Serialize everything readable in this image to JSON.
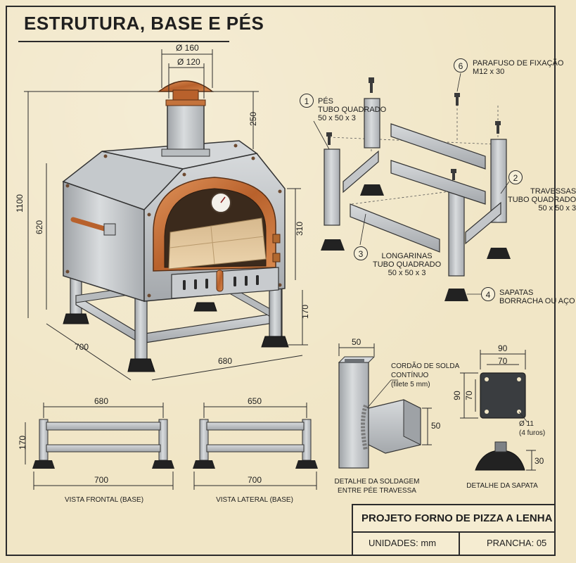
{
  "title": "ESTRUTURA, BASE E PÉS",
  "oven": {
    "dims": {
      "chimney_outer": "Ø 160",
      "chimney_inner": "Ø 120",
      "chimney_height": "250",
      "total_height": "1100",
      "body_height": "620",
      "door_height": "310",
      "stand_height": "170",
      "depth": "700",
      "width": "680"
    },
    "colors": {
      "steel": "#c9ccce",
      "copper": "#c4733c",
      "brick": "#e3c9a1",
      "rubber": "#222222"
    }
  },
  "exploded": {
    "parts": [
      {
        "number": "1",
        "lines": [
          "PÉS",
          "TUBO QUADRADO",
          "50 x 50 x 3"
        ]
      },
      {
        "number": "2",
        "lines": [
          "TRAVESSAS",
          "TUBO QUADRADO",
          "50 x 50 x 3"
        ]
      },
      {
        "number": "3",
        "lines": [
          "LONGARINAS",
          "TUBO QUADRADO",
          "50 x 50 x 3"
        ]
      },
      {
        "number": "4",
        "lines": [
          "SAPATAS",
          "BORRACHA OU AÇO"
        ]
      },
      {
        "number": "6",
        "lines": [
          "PARAFUSO DE FIXAÇÃO",
          "M12 x 30"
        ]
      }
    ]
  },
  "front_view": {
    "caption": "VISTA FRONTAL (BASE)",
    "top_dim": "680",
    "bottom_dim": "700",
    "height_dim": "170"
  },
  "side_view": {
    "caption": "VISTA LATERAL (BASE)",
    "top_dim": "650",
    "bottom_dim": "700"
  },
  "weld_detail": {
    "caption": [
      "DETALHE DA SOLDAGEM",
      "ENTRE PÉE TRAVESSA"
    ],
    "note": [
      "CORDÃO DE SOLDA",
      "CONTÍNUO",
      "(filete 5 mm)"
    ],
    "dim_top": "50",
    "dim_side": "50"
  },
  "foot_detail": {
    "caption": "DETALHE DA SAPATA",
    "dim_outer": "90",
    "dim_inner": "70",
    "dim_outer_v": "90",
    "dim_inner_v": "70",
    "hole_note": [
      "Ø 11",
      "(4 furos)"
    ],
    "dim_height": "30"
  },
  "title_block": {
    "project": "PROJETO FORNO DE PIZZA A LENHA",
    "units_label": "UNIDADES:",
    "units_value": "mm",
    "sheet_label": "PRANCHA:",
    "sheet_value": "05"
  }
}
